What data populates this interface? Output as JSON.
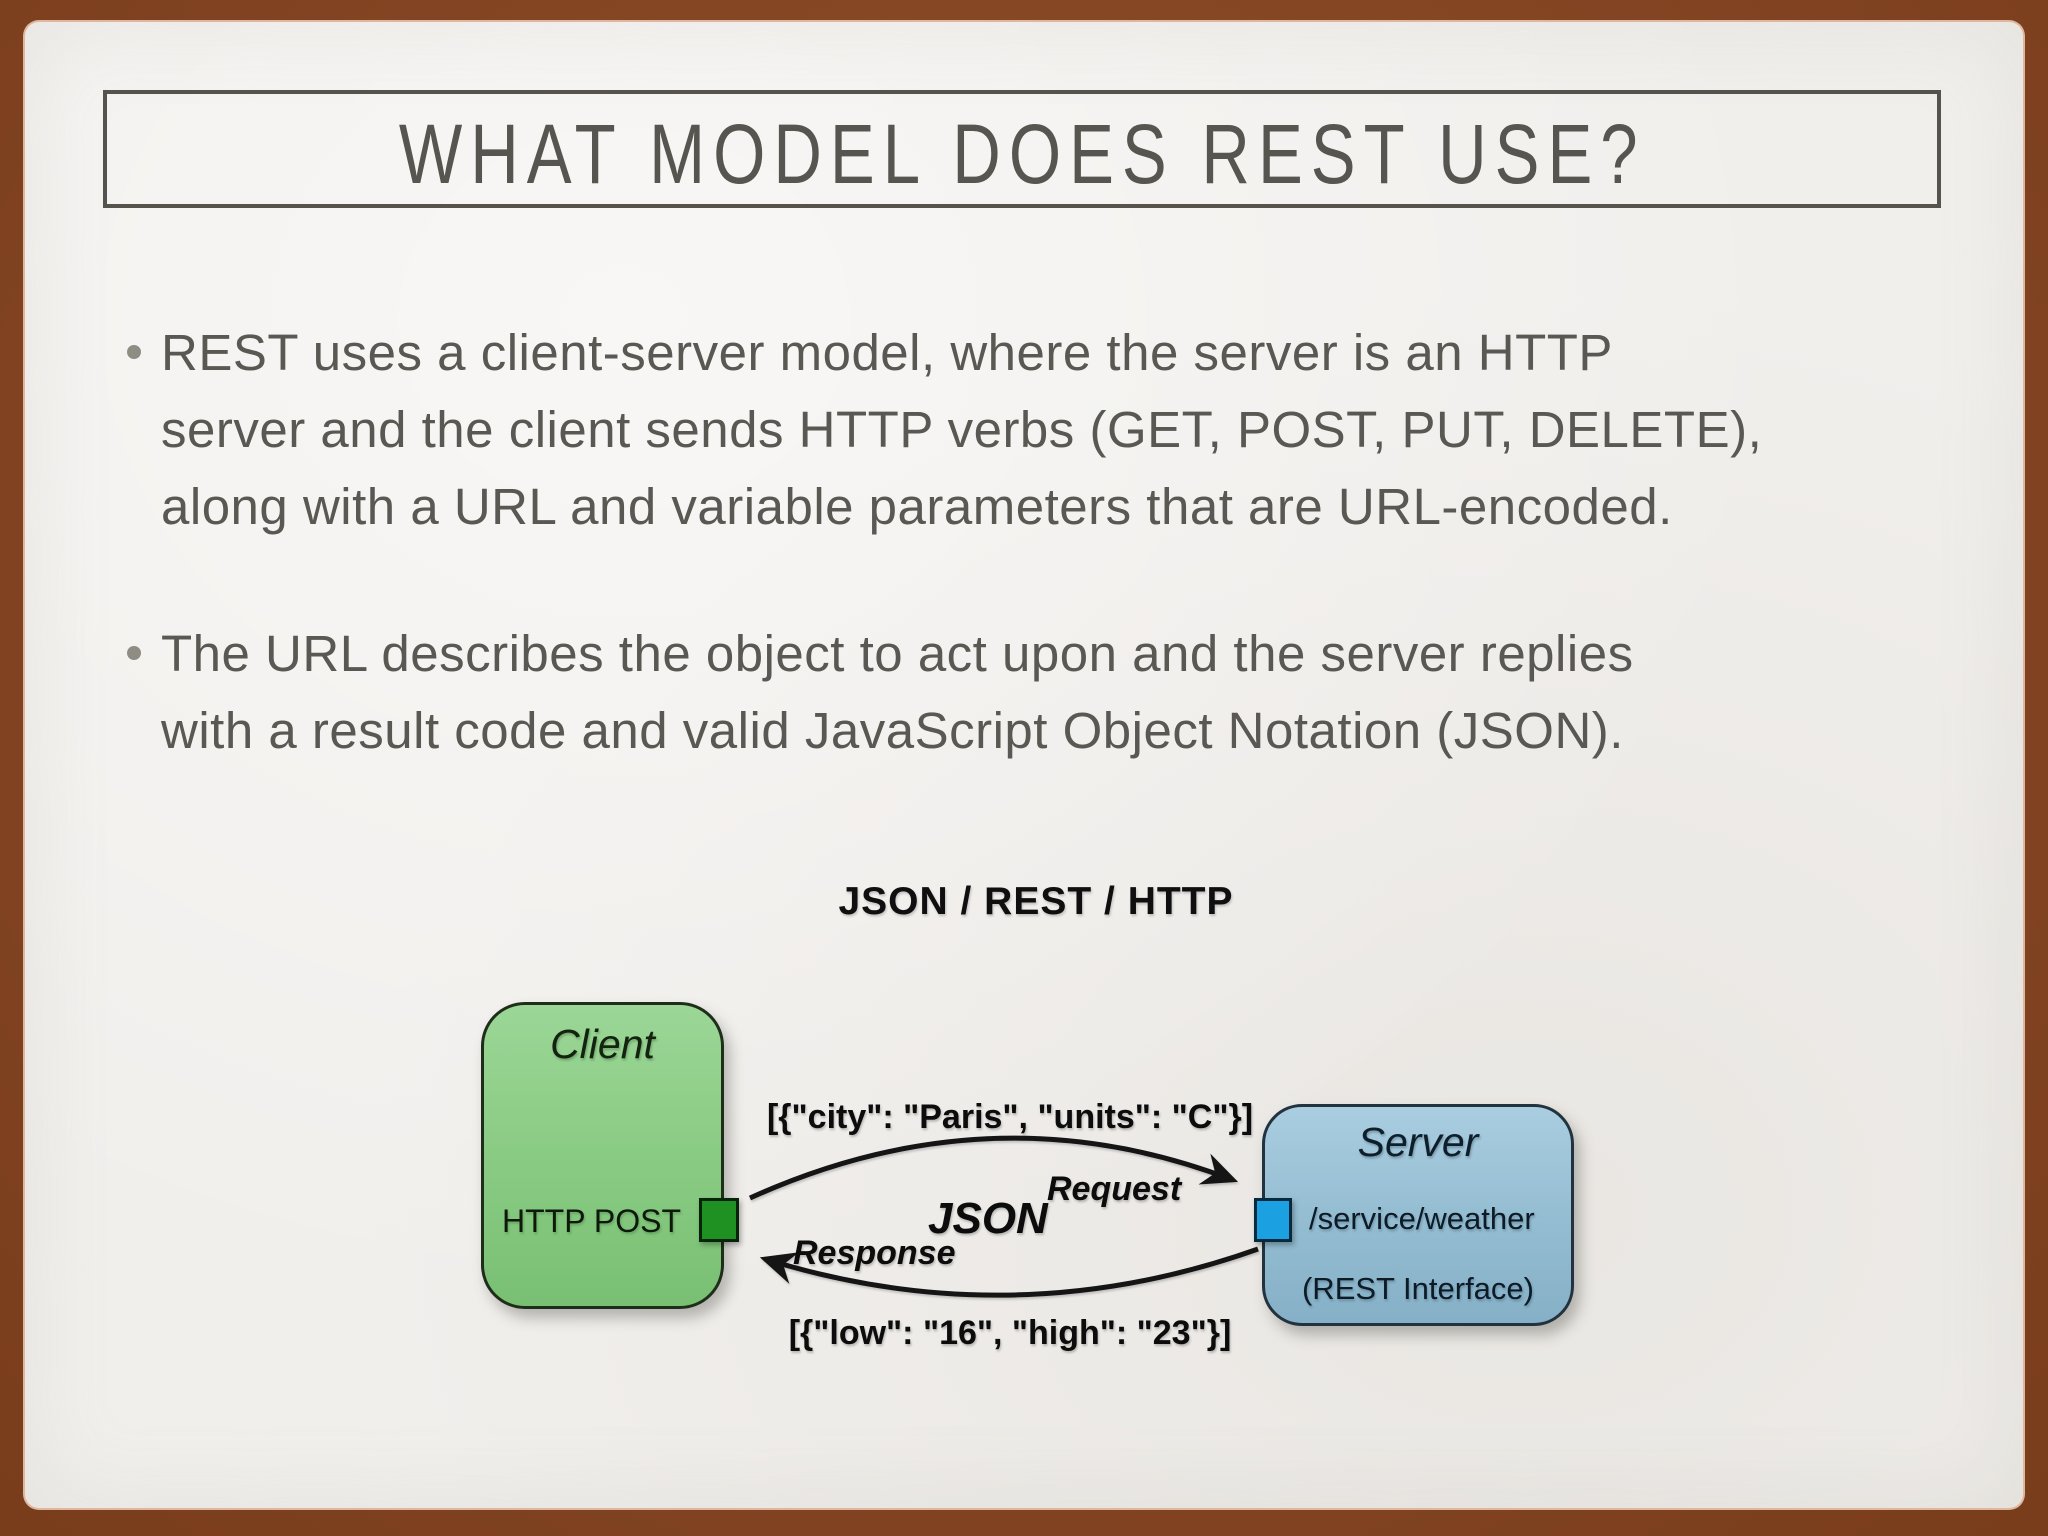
{
  "slide": {
    "title": "WHAT MODEL DOES REST USE?",
    "bullets": [
      {
        "lines": [
          "REST uses a client-server model, where the server is an HTTP",
          "server and the client sends HTTP verbs (GET, POST, PUT, DELETE),",
          "along with a URL and variable parameters that are URL-encoded."
        ]
      },
      {
        "lines": [
          "The URL describes the object to act upon and the server replies",
          "with a result code and valid JavaScript Object Notation (JSON)."
        ]
      }
    ]
  },
  "diagram": {
    "heading": "JSON / REST / HTTP",
    "client": {
      "title": "Client",
      "port_label": "HTTP POST"
    },
    "server": {
      "title": "Server",
      "path": "/service/weather",
      "subtitle": "(REST Interface)"
    },
    "request_payload": "[{\"city\": \"Paris\", \"units\": \"C\"}]",
    "request_label": "Request",
    "center_label": "JSON",
    "response_label": "Response",
    "response_payload": "[{\"low\": \"16\", \"high\": \"23\"}]"
  },
  "colors": {
    "frame_brown": "#8a451f",
    "slide_background": "#f1efec",
    "title_text": "#57554f",
    "body_text": "#5a5852",
    "client_fill": "#8acb84",
    "client_port": "#1e9122",
    "server_fill": "#96c3d8",
    "server_port": "#1ba0e1",
    "arrow_black": "#151515"
  }
}
